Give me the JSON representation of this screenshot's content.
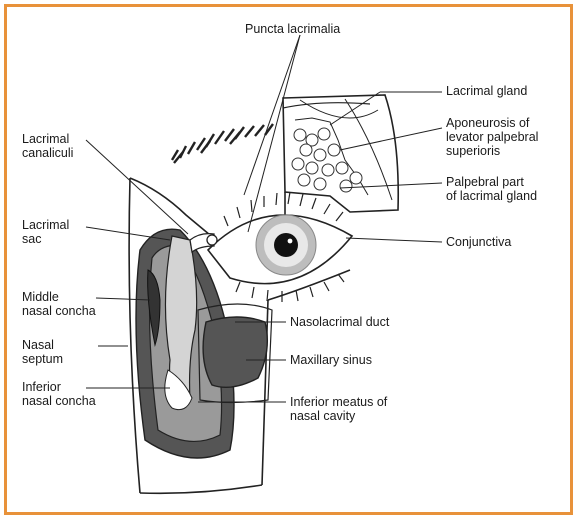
{
  "colors": {
    "border": "#E8923A",
    "line": "#222222",
    "dark_fill": "#555555",
    "mid_fill": "#9a9a9a",
    "light_fill": "#d4d4d4",
    "iris": "#bdbdbd"
  },
  "labels": {
    "puncta": "Puncta lacrimalia",
    "lacrimal_gland": "Lacrimal gland",
    "aponeurosis": "Aponeurosis of\nlevator palpebral\nsuperioris",
    "palpebral_part": "Palpebral part\nof lacrimal gland",
    "conjunctiva": "Conjunctiva",
    "canaliculi": "Lacrimal\ncanaliculi",
    "sac": "Lacrimal\nsac",
    "middle_concha": "Middle\nnasal concha",
    "septum": "Nasal\nseptum",
    "inferior_concha": "Inferior\nnasal concha",
    "nasolacrimal_duct": "Nasolacrimal duct",
    "maxillary_sinus": "Maxillary sinus",
    "inferior_meatus": "Inferior meatus of\nnasal cavity"
  }
}
